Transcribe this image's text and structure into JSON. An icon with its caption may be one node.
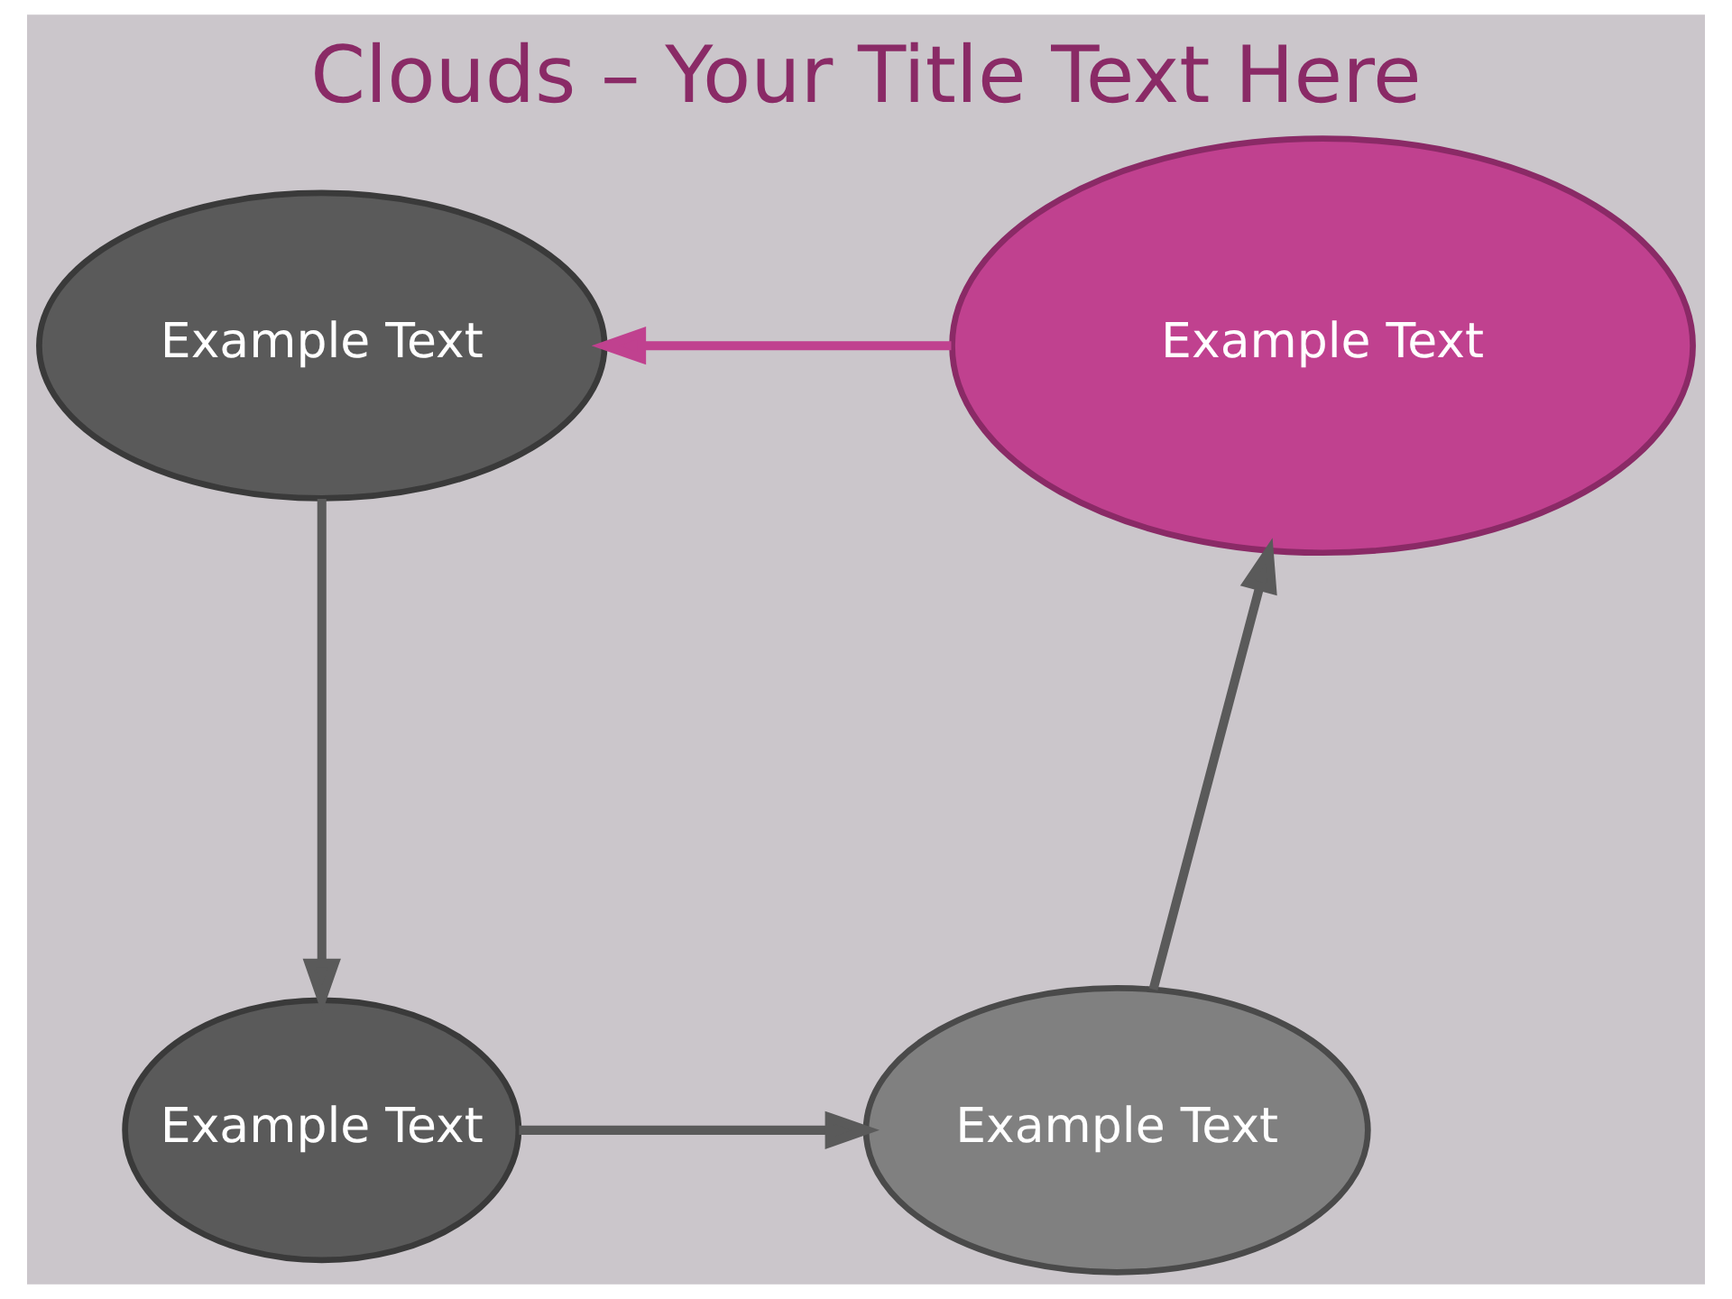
{
  "diagram": {
    "title": "Clouds – Your Title Text Here",
    "nodes": [
      {
        "text": [
          "Example Text"
        ]
      },
      {
        "text": [
          "Example Text"
        ]
      },
      {
        "text": [
          "Example Text"
        ]
      },
      {
        "text": [
          "Example Text"
        ]
      }
    ],
    "edges": [
      {
        "from": 1,
        "to": 0,
        "arrow": "to",
        "color": "#c0418f"
      },
      {
        "from": 0,
        "to": 2,
        "arrow": "to"
      },
      {
        "from": 2,
        "to": 3,
        "arrow": "to"
      },
      {
        "from": 3,
        "to": 1,
        "arrow": "to"
      }
    ]
  }
}
